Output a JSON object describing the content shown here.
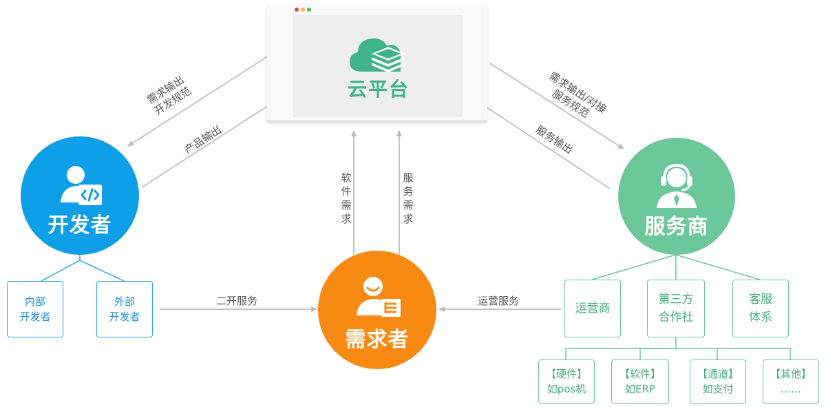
{
  "platform": {
    "label": "云平台"
  },
  "nodes": {
    "developer": {
      "label": "开发者",
      "color": "#0e9fe8"
    },
    "demander": {
      "label": "需求者",
      "color": "#f78a12"
    },
    "provider": {
      "label": "服务商",
      "color": "#6cc79b"
    }
  },
  "developer_boxes": [
    {
      "line1": "内部",
      "line2": "开发者"
    },
    {
      "line1": "外部",
      "line2": "开发者"
    }
  ],
  "provider_boxes": [
    {
      "line1": "运营商",
      "line2": ""
    },
    {
      "line1": "第三方",
      "line2": "合作社"
    },
    {
      "line1": "客服",
      "line2": "体系"
    }
  ],
  "partner_boxes": [
    {
      "line1": "【硬件】",
      "line2": "如pos机"
    },
    {
      "line1": "【软件】",
      "line2": "如ERP"
    },
    {
      "line1": "【通道】",
      "line2": "如支付"
    },
    {
      "line1": "【其他】",
      "line2": "……"
    }
  ],
  "edges": {
    "platform_to_developer": {
      "line1": "需求输出",
      "line2": "开发规范"
    },
    "developer_to_platform": "产品输出",
    "platform_to_provider": {
      "line1": "需求输出/对接",
      "line2": "服务规范"
    },
    "provider_to_platform": "服务输出",
    "demander_software": "软件需求",
    "demander_service": "服务需求",
    "developer_to_demander": "二开服务",
    "provider_to_demander": "运营服务"
  },
  "colors": {
    "blue": "#0e9fe8",
    "orange": "#f78a12",
    "green": "#6cc79b",
    "arrow": "#bdbdbd"
  }
}
